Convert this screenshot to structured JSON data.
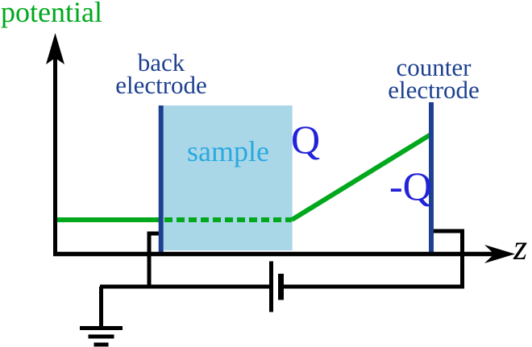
{
  "diagram": {
    "y_axis_label": "potential",
    "x_axis_label": "z",
    "back_electrode": {
      "line1": "back",
      "line2": "electrode"
    },
    "counter_electrode": {
      "line1": "counter",
      "line2": "electrode"
    },
    "sample_label": "sample",
    "charge_back_electrode": "Q",
    "charge_counter_electrode": "-Q",
    "colors": {
      "potential_line": "#00a81c",
      "electrode": "#1d4090",
      "electrode_label_text": "#1d4090",
      "charge_label_text": "#2222d8",
      "sample_fill": "#aad7e8",
      "sample_label_text": "#2aa9e0",
      "axes_and_circuit": "#000000"
    },
    "potential_profile": {
      "segments": [
        {
          "style": "solid",
          "region": "vacuum left of back electrode",
          "shape": "flat low"
        },
        {
          "style": "dashed",
          "region": "inside sample",
          "shape": "flat low"
        },
        {
          "style": "solid",
          "region": "gap between sample and counter electrode",
          "shape": "linear rise"
        }
      ]
    },
    "circuit": {
      "elements": [
        "ground-symbol",
        "battery-symbol",
        "wires connecting back electrode and counter electrode"
      ]
    }
  }
}
